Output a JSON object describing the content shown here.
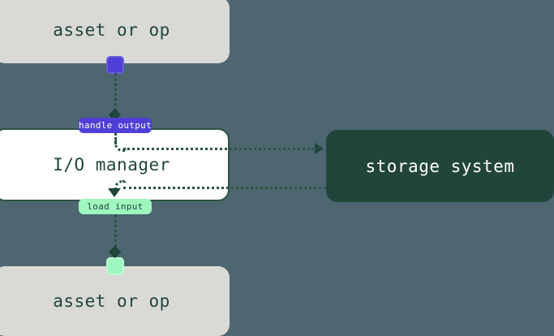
{
  "diagram": {
    "title": "io-manager-flow",
    "background_color": "#4e6670",
    "nodes": [
      {
        "id": "asset-or-op-top",
        "label": "asset or op",
        "fill": "#d9d9d6",
        "text_color": "#21453b"
      },
      {
        "id": "io-manager",
        "label": "I/O manager",
        "fill": "#ffffff",
        "text_color": "#21453b",
        "border_color": "#2b5446"
      },
      {
        "id": "storage-system",
        "label": "storage system",
        "fill": "#21453b",
        "text_color": "#ffffff"
      },
      {
        "id": "asset-or-op-bottom",
        "label": "asset or op",
        "fill": "#d9d9d6",
        "text_color": "#21453b"
      }
    ],
    "edge_labels": [
      {
        "id": "handle-output",
        "label": "handle output",
        "fill": "#4f3fd6",
        "text_color": "#ffffff"
      },
      {
        "id": "load-input",
        "label": "load input",
        "fill": "#9ff7c0",
        "text_color": "#21453b"
      }
    ],
    "connectors": [
      {
        "id": "output-port",
        "color": "#4f3fd6"
      },
      {
        "id": "input-port",
        "color": "#9ff7c0"
      }
    ],
    "edge_color": "#2b5446"
  }
}
